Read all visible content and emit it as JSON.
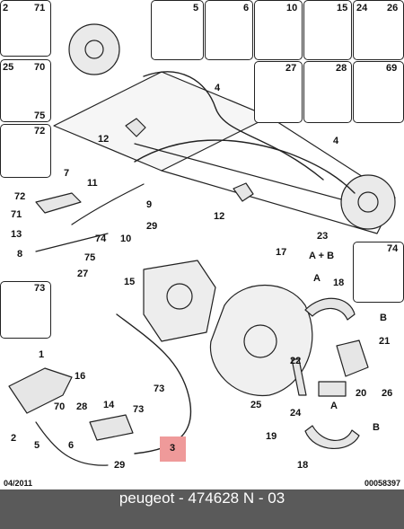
{
  "callouts": {
    "n2_top": "2",
    "n71_top": "71",
    "n5": "5",
    "n6": "6",
    "n10_top": "10",
    "n15_top": "15",
    "n24": "24",
    "n26_top": "26",
    "n25_top": "25",
    "n70_top": "70",
    "n75_top": "75",
    "n72": "72",
    "n27_top": "27",
    "n28_top": "28",
    "n69": "69",
    "n4a": "4",
    "n4b": "4",
    "n12a": "12",
    "n12b": "12",
    "n7": "7",
    "n11": "11",
    "n9": "9",
    "n72b": "72",
    "n71b": "71",
    "n29a": "29",
    "n10b": "10",
    "n13": "13",
    "n74a": "74",
    "n8": "8",
    "n75b": "75",
    "n27b": "27",
    "n23": "23",
    "n23_sub": "A + B",
    "n74_box": "74",
    "n17": "17",
    "n15b": "15",
    "n73_box": "73",
    "nA1": "A",
    "n18a": "18",
    "nB1": "B",
    "n21": "21",
    "n1": "1",
    "n16": "16",
    "n73b": "73",
    "n22": "22",
    "n20": "20",
    "n26b": "26",
    "n25b": "25",
    "n24b": "24",
    "n70b": "70",
    "n28b": "28",
    "n14": "14",
    "n73c": "73",
    "n2b": "2",
    "n5b": "5",
    "n6b": "6",
    "n3": "3",
    "n29b": "29",
    "n19": "19",
    "nA2": "A",
    "nB2": "B",
    "n18b": "18"
  },
  "footer": {
    "date": "04/2011",
    "code": "00058397",
    "caption": "peugeot - 474628     N - 03"
  },
  "colors": {
    "highlight": "#ef9a9a",
    "footer_bg": "#5a5a5a",
    "line": "#222222",
    "part_fill": "#e6e6e6"
  }
}
